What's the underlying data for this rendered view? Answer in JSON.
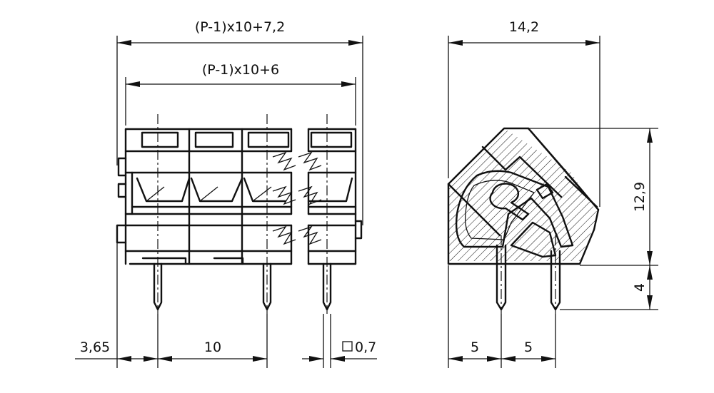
{
  "front_view": {
    "overall_width_label": "(P-1)x10+7,2",
    "inner_width_label": "(P-1)x10+6",
    "edge_offset_label": "3,65",
    "pitch_label": "10",
    "pin_size_label": "0,7"
  },
  "side_view": {
    "depth_label": "14,2",
    "height_label": "12,9",
    "pin_length_label": "4",
    "pin_pitch_left_label": "5",
    "pin_pitch_right_label": "5"
  }
}
